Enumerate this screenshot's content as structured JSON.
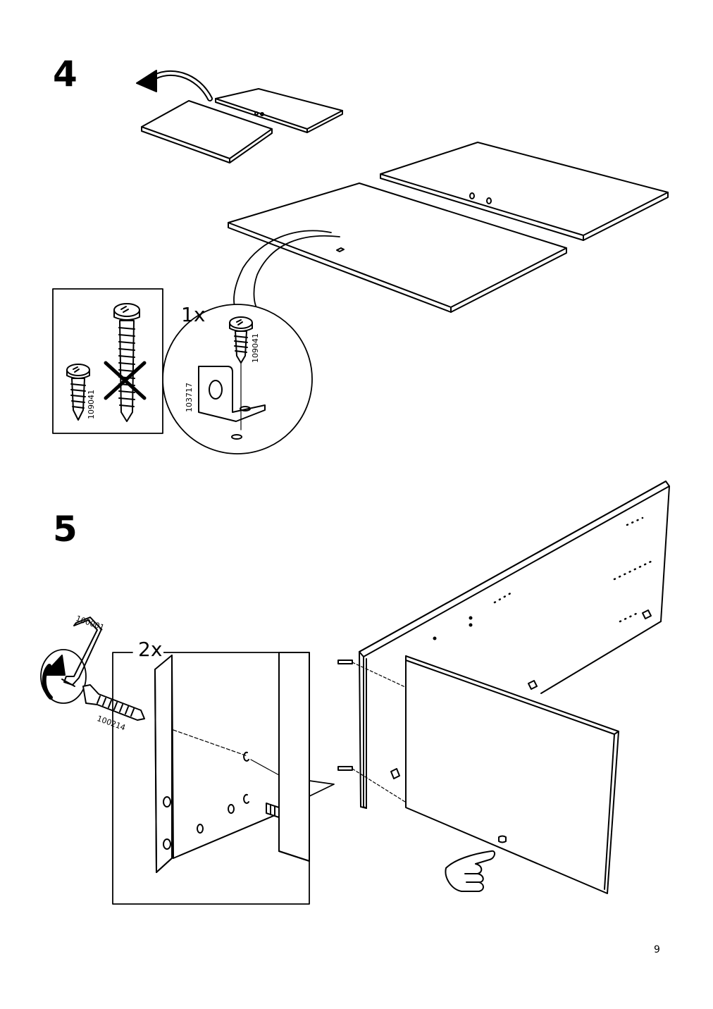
{
  "steps": [
    {
      "number": "4",
      "quantity": "1x",
      "part_numbers": {
        "screw": "109041",
        "bracket": "103717",
        "compare_screw": "109041"
      }
    },
    {
      "number": "5",
      "quantity": "2x",
      "part_numbers": {
        "key": "100001",
        "dowel": "100214"
      }
    }
  ],
  "page_number": "9"
}
